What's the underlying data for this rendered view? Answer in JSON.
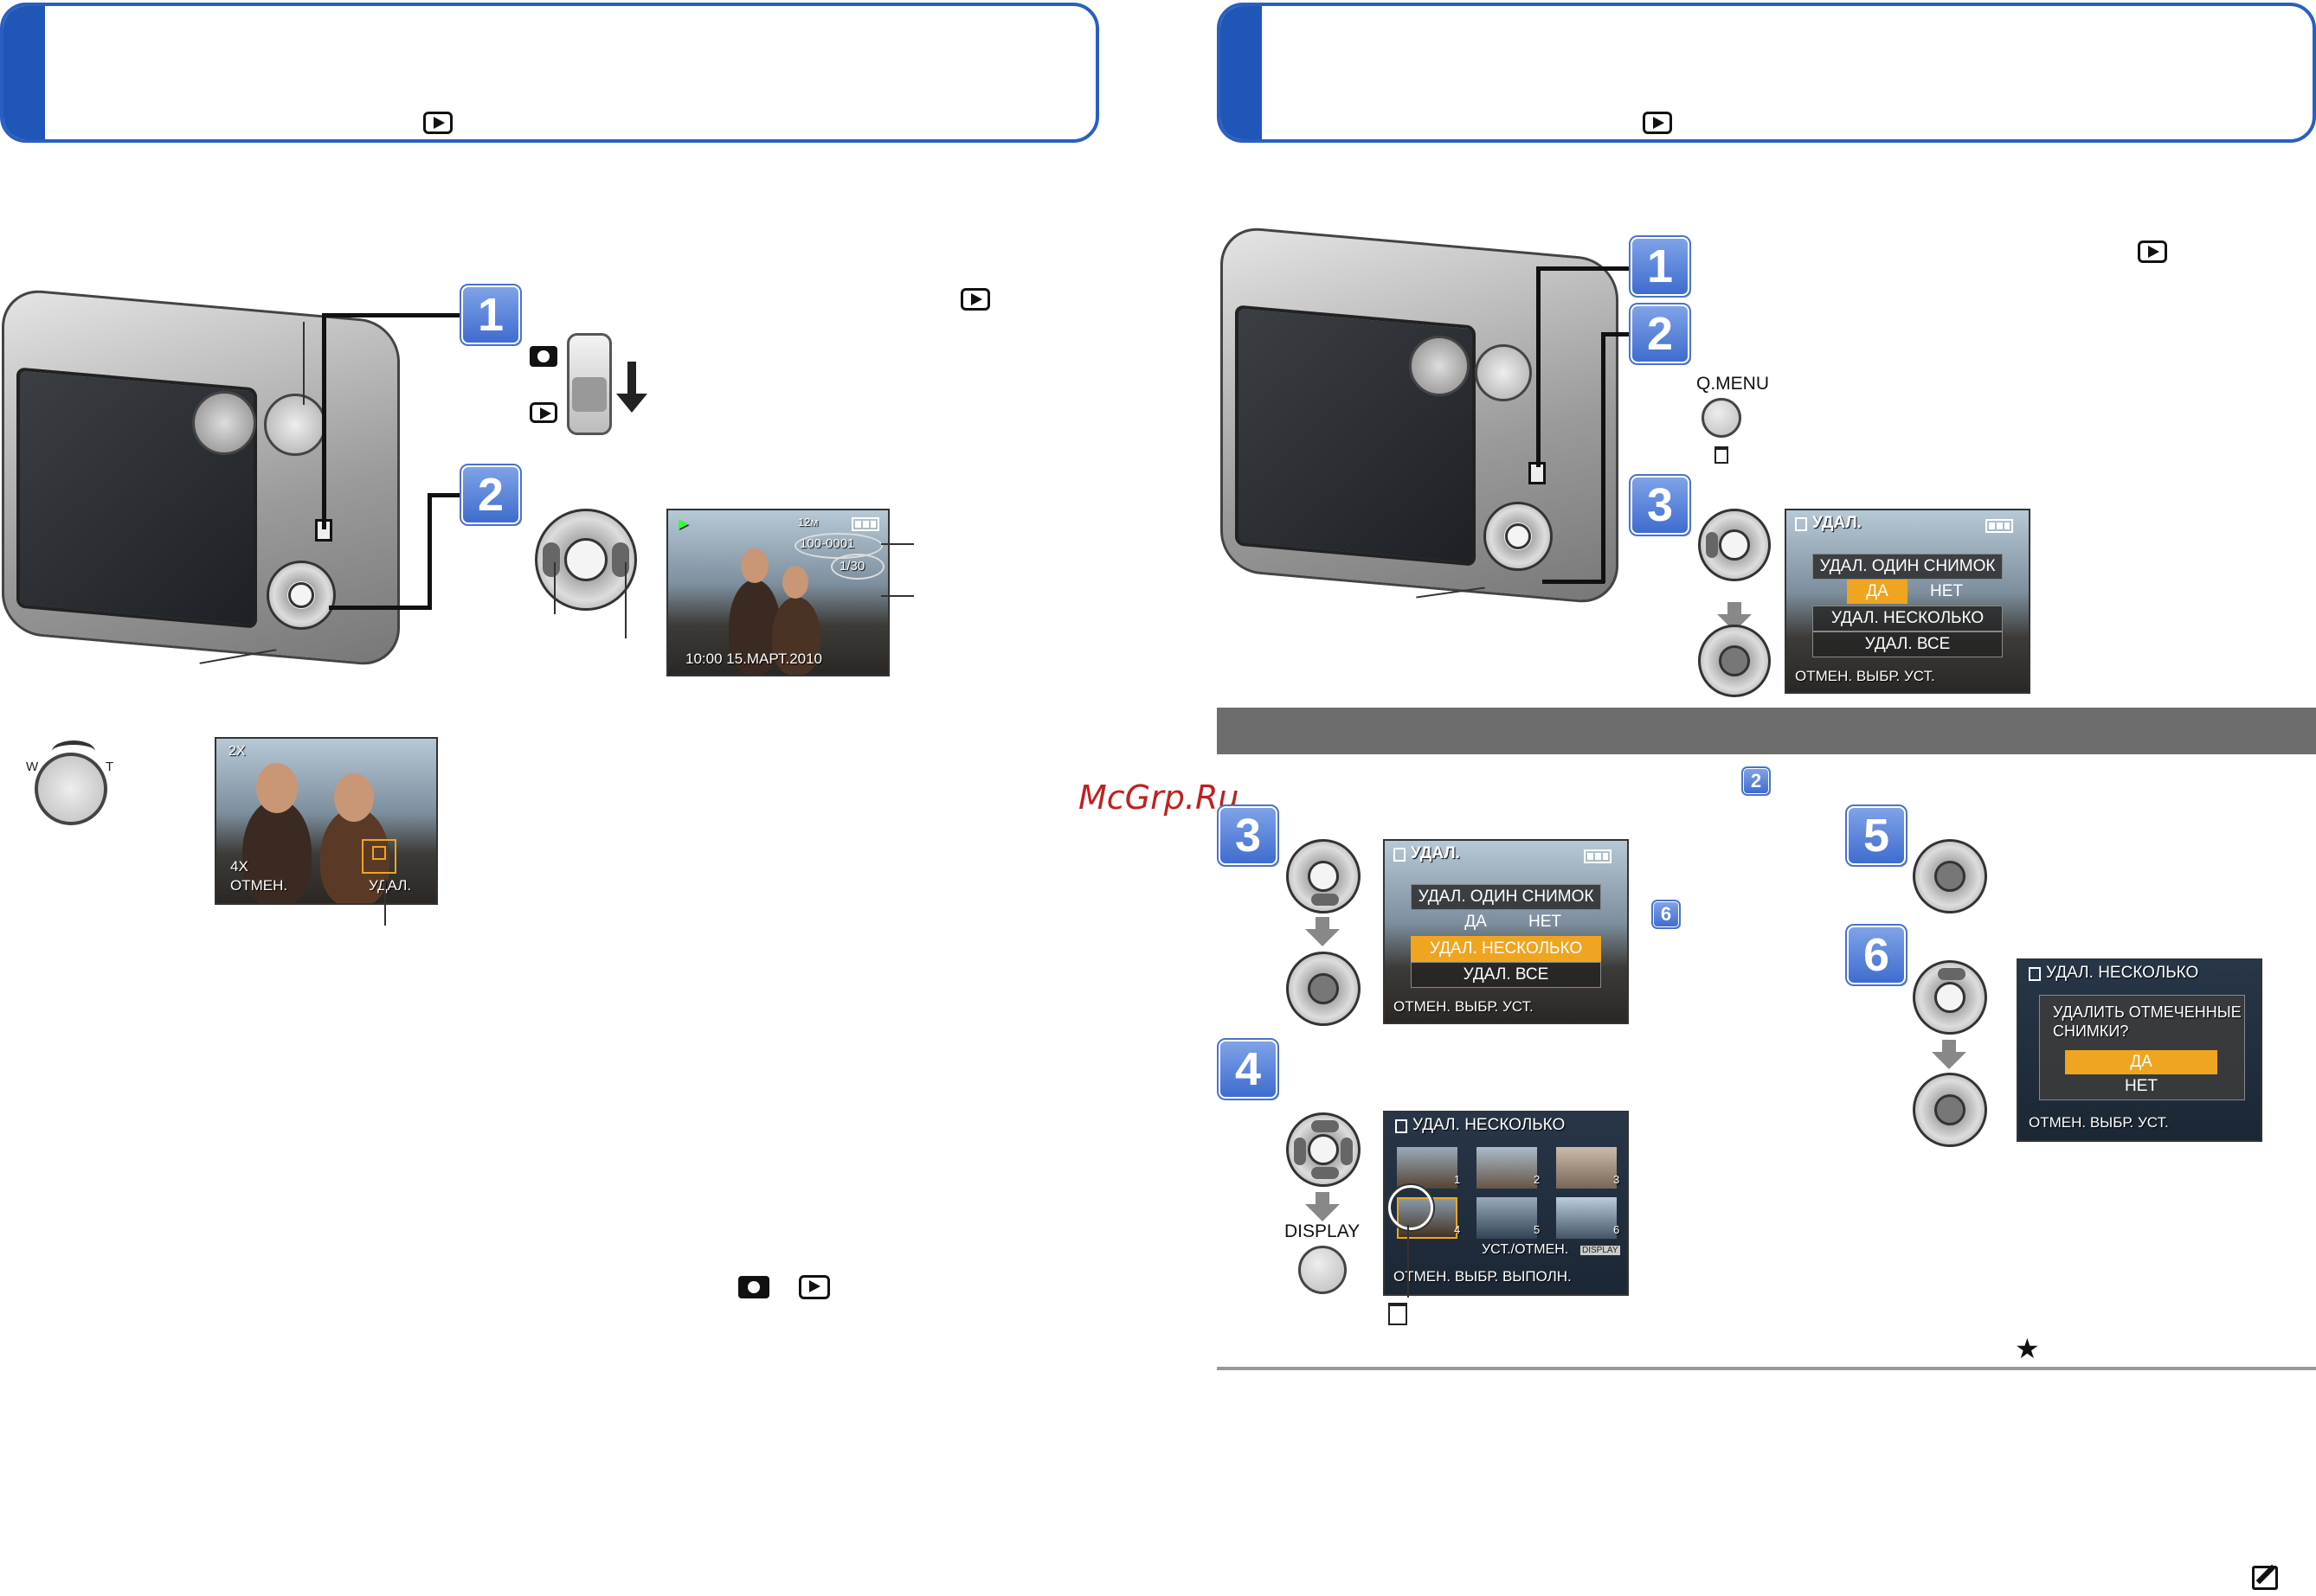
{
  "watermark": "McGrp.Ru",
  "left_panel": {
    "switch_labels": {
      "rec": "camera-icon",
      "play": "play-icon"
    },
    "screen1": {
      "mode_indicator": "▶",
      "size": "12м",
      "file_no": "100-0001",
      "pic_count": "1/30",
      "datetime": "10:00  15.МАРТ.2010"
    },
    "screen2": {
      "zoom_top": "2X",
      "zoom_level": "4X",
      "cancel": "ОТМЕН.",
      "delete": "УДАЛ."
    },
    "zoom_labels": {
      "w": "W",
      "t": "T"
    }
  },
  "right_panel": {
    "qmenu_label": "Q.MENU",
    "delete_screen": {
      "title": "УДАЛ.",
      "items": [
        "УДАЛ. ОДИН СНИМОК",
        "ДА",
        "НЕТ",
        "УДАЛ. НЕСКОЛЬКО",
        "УДАЛ. ВСЕ"
      ],
      "footer": "ОТМЕН.  ВЫБР.  УСТ."
    },
    "multi_screen": {
      "title": "УДАЛ.",
      "items": [
        "УДАЛ. ОДИН СНИМОК",
        "ДА",
        "НЕТ",
        "УДАЛ. НЕСКОЛЬКО",
        "УДАЛ. ВСЕ"
      ],
      "footer": "ОТМЕН.  ВЫБР.  УСТ."
    },
    "thumbs_screen": {
      "title": "УДАЛ. НЕСКОЛЬКО",
      "numbers": [
        "1",
        "2",
        "3",
        "4",
        "5",
        "6"
      ],
      "set_line": "УСТ./ОТМЕН.",
      "display_tag": "DISPLAY",
      "footer": "ОТМЕН.  ВЫБР.  ВЫПОЛН."
    },
    "display_label": "DISPLAY",
    "confirm_screen": {
      "title": "УДАЛ. НЕСКОЛЬКО",
      "question_l1": "УДАЛИТЬ ОТМЕЧЕННЫЕ",
      "question_l2": "СНИМКИ?",
      "yes": "ДА",
      "no": "НЕТ",
      "footer": "ОТМЕН.  ВЫБР.  УСТ."
    },
    "ref_step": "2",
    "ref_step6": "6"
  },
  "steps": {
    "one": "1",
    "two": "2",
    "three": "3",
    "four": "4",
    "five": "5",
    "six": "6"
  }
}
